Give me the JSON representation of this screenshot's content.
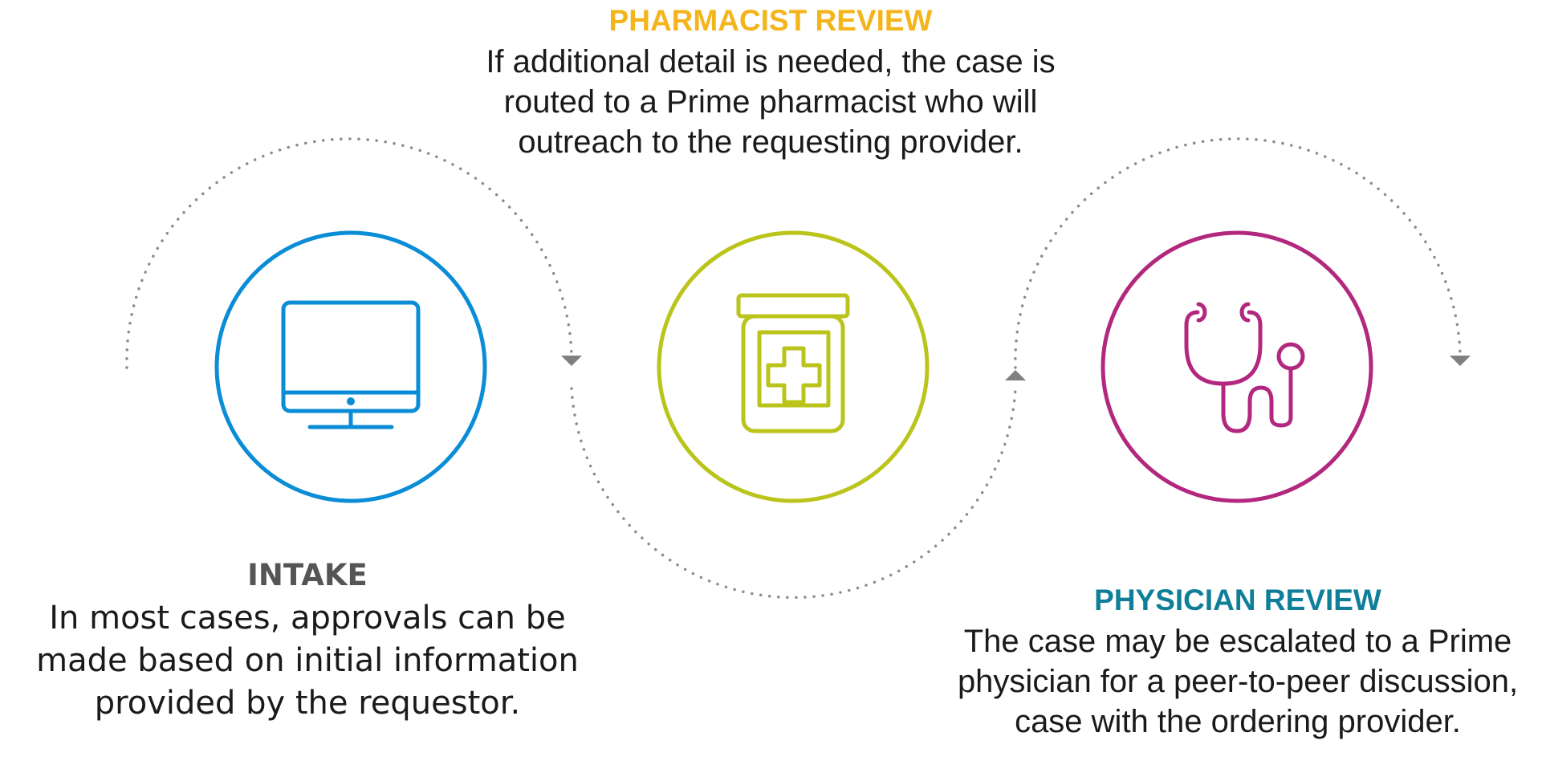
{
  "colors": {
    "intake": "#0a8dd6",
    "pharmacist": "#bac41b",
    "physician": "#b3287f",
    "connector": "#8c8c8c",
    "pharmacist_title": "#f4b41b",
    "physician_title": "#0f7f99",
    "intake_title": "#555555"
  },
  "steps": {
    "intake": {
      "title": "INTAKE",
      "description": "In most cases, approvals can be made based on initial information provided by the requestor.",
      "icon": "monitor-icon"
    },
    "pharmacist": {
      "title": "PHARMACIST REVIEW",
      "description": "If additional detail is needed, the case is routed to a Prime pharmacist who will outreach to the requesting provider.",
      "icon": "medicine-jar-icon"
    },
    "physician": {
      "title": "PHYSICIAN REVIEW",
      "description": "The case may be escalated to a Prime physician for a peer-to-peer discussion,  case with the ordering provider.",
      "icon": "stethoscope-icon"
    }
  }
}
